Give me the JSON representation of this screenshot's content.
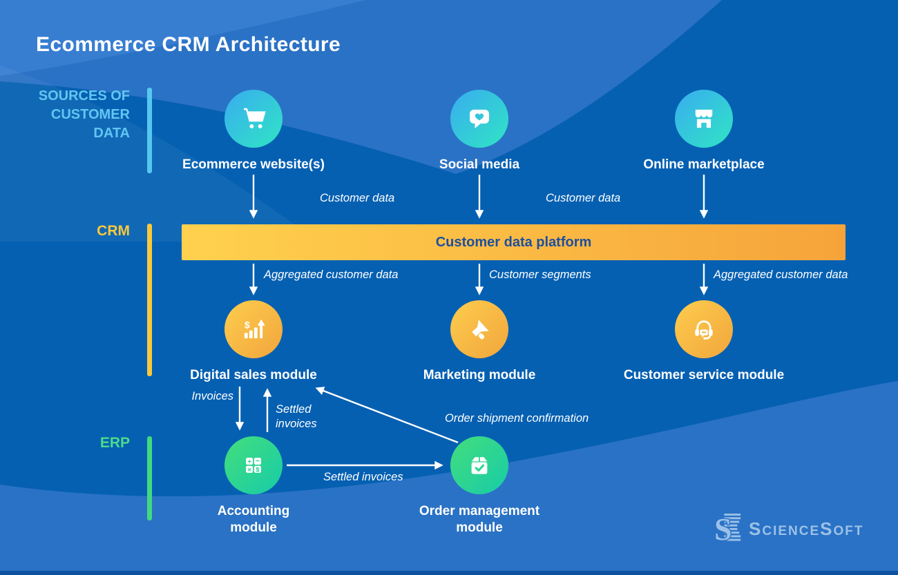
{
  "title": "Ecommerce CRM Architecture",
  "sections": {
    "sources": {
      "label": "SOURCES OF CUSTOMER DATA",
      "color": "#62c6f2"
    },
    "crm": {
      "label": "CRM",
      "color": "#f9c93c"
    },
    "erp": {
      "label": "ERP",
      "color": "#4cdb8b"
    }
  },
  "sources_row": [
    {
      "label": "Ecommerce website(s)",
      "icon": "shopping-cart-icon"
    },
    {
      "label": "Social media",
      "icon": "chat-heart-icon"
    },
    {
      "label": "Online marketplace",
      "icon": "storefront-icon"
    }
  ],
  "platform": {
    "label": "Customer data platform"
  },
  "crm_row": [
    {
      "label": "Digital sales module",
      "icon": "sales-growth-icon"
    },
    {
      "label": "Marketing module",
      "icon": "megaphone-icon"
    },
    {
      "label": "Customer service module",
      "icon": "headset-icon"
    }
  ],
  "erp_row": [
    {
      "label": "Accounting module",
      "icon": "calculator-icon"
    },
    {
      "label": "Order management module",
      "icon": "order-box-check-icon"
    }
  ],
  "flow_labels": {
    "customer_data_left": "Customer data",
    "customer_data_right": "Customer data",
    "aggregated_left": "Aggregated customer data",
    "customer_segments": "Customer segments",
    "aggregated_right": "Aggregated customer data",
    "invoices": "Invoices",
    "settled_invoices_vertical": "Settled invoices",
    "settled_invoices_horizontal": "Settled invoices",
    "order_shipment": "Order shipment confirmation"
  },
  "logo": {
    "s1": "S",
    "cience": "CIENCE",
    "s2": "S",
    "oft": "OFT"
  },
  "colors": {
    "background": "#0560b2",
    "wave_light": "#2a72c5",
    "source_accent": "#56c8f0",
    "crm_accent": "#f9c93c",
    "erp_accent": "#42d981",
    "platform_gradient_start": "#ffd14e",
    "platform_gradient_end": "#f6a43a",
    "platform_text": "#1d4f9e",
    "cyan_circle_start": "#38b2ec",
    "cyan_circle_end": "#30e2c6",
    "green_circle_start": "#3fdc80",
    "green_circle_end": "#1bcda5",
    "logo_color": "#9cc1e8"
  }
}
